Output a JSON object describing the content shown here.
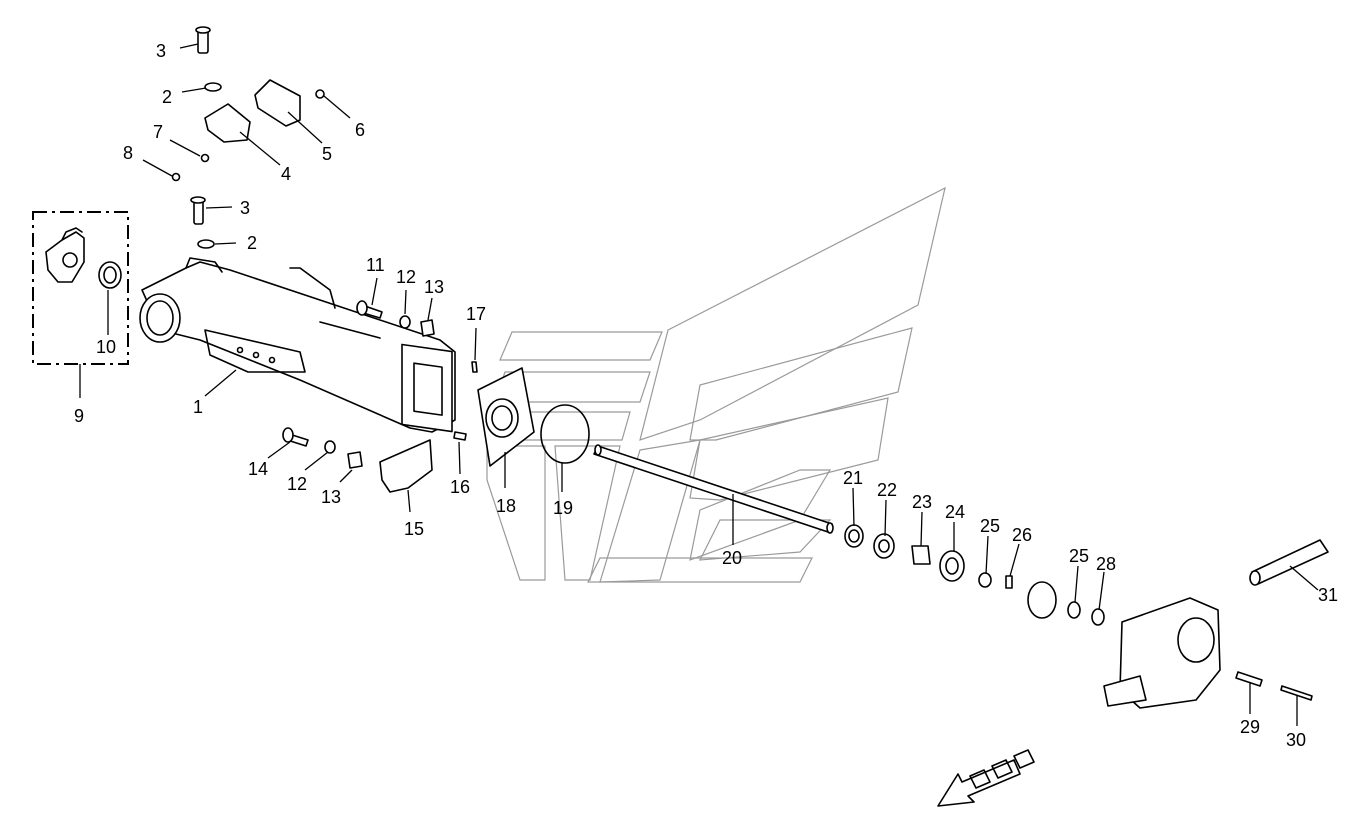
{
  "diagram": {
    "type": "exploded-parts-view",
    "callouts": {
      "c1": "1",
      "c2a": "2",
      "c2b": "2",
      "c3a": "3",
      "c3b": "3",
      "c4": "4",
      "c5": "5",
      "c6": "6",
      "c7": "7",
      "c8": "8",
      "c9": "9",
      "c10": "10",
      "c11": "11",
      "c12a": "12",
      "c12b": "12",
      "c13a": "13",
      "c13b": "13",
      "c14": "14",
      "c15": "15",
      "c16": "16",
      "c17": "17",
      "c18": "18",
      "c19": "19",
      "c20": "20",
      "c21": "21",
      "c22": "22",
      "c23": "23",
      "c24": "24",
      "c25a": "25",
      "c25b": "25",
      "c26": "26",
      "c28": "28",
      "c29": "29",
      "c30": "30",
      "c31": "31"
    },
    "colors": {
      "line": "#000000",
      "watermark": "#9a9a9a",
      "background": "#ffffff"
    },
    "direction_marker": "arrow-left-down-icon"
  }
}
